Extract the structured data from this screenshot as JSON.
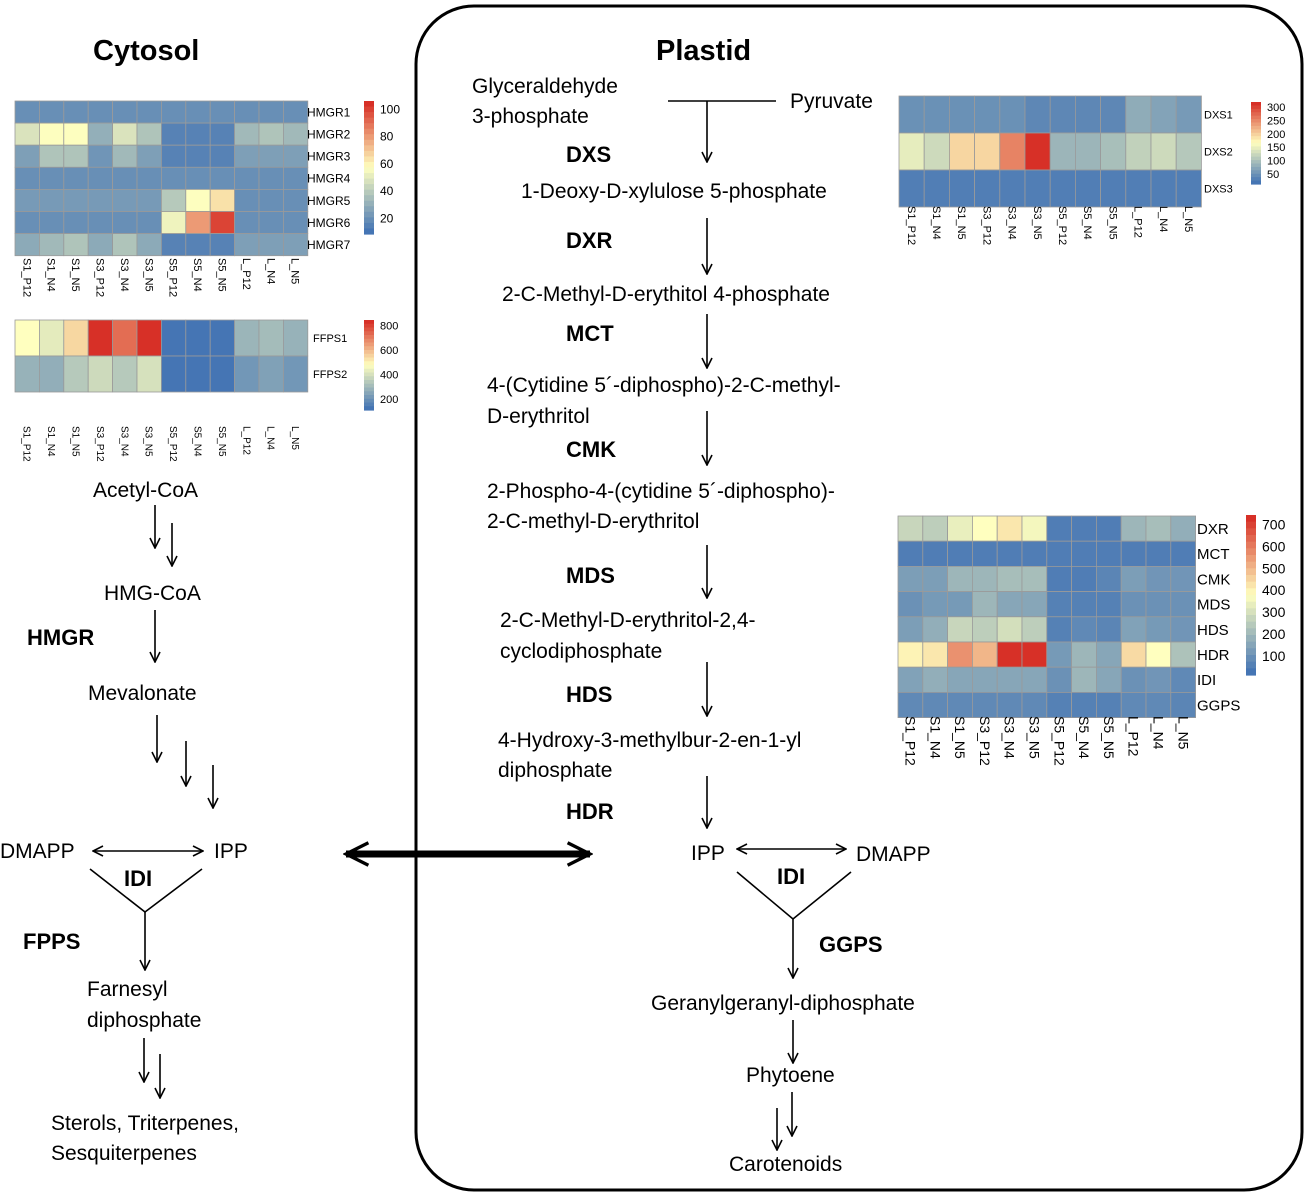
{
  "titles": {
    "cytosol": "Cytosol",
    "plastid": "Plastid"
  },
  "colors": {
    "low": "#4575b4",
    "mid": "#ffffbf",
    "high": "#d73027",
    "cell_border": "#9a9a9a",
    "frame": "#000000"
  },
  "cytosol": {
    "acetyl_coa": "Acetyl-CoA",
    "hmg_coa": "HMG-CoA",
    "hmgr": "HMGR",
    "mevalonate": "Mevalonate",
    "dmapp": "DMAPP",
    "ipp": "IPP",
    "idi": "IDI",
    "fpps": "FPPS",
    "farnesyl_1": "Farnesyl",
    "farnesyl_2": "diphosphate",
    "sterols_1": "Sterols, Triterpenes,",
    "sterols_2": "Sesquiterpenes"
  },
  "plastid": {
    "g3p_1": "Glyceraldehyde",
    "g3p_2": "3-phosphate",
    "pyruvate": "Pyruvate",
    "dxs": "DXS",
    "dxp": "1-Deoxy-D-xylulose 5-phosphate",
    "dxr": "DXR",
    "mep": "2-C-Methyl-D-erythitol 4-phosphate",
    "mct": "MCT",
    "cdpme_1": "4-(Cytidine 5´-diphospho)-2-C-methyl-",
    "cdpme_2": "D-erythritol",
    "cmk": "CMK",
    "cdpmep_1": "2-Phospho-4-(cytidine 5´-diphospho)-",
    "cdpmep_2": "2-C-methyl-D-erythritol",
    "mds": "MDS",
    "mecpp_1": "2-C-Methyl-D-erythritol-2,4-",
    "mecpp_2": "cyclodiphosphate",
    "hds": "HDS",
    "hmbpp_1": "4-Hydroxy-3-methylbur-2-en-1-yl",
    "hmbpp_2": "diphosphate",
    "hdr": "HDR",
    "ipp": "IPP",
    "dmapp": "DMAPP",
    "idi": "IDI",
    "ggps": "GGPS",
    "ggpp": "Geranylgeranyl-diphosphate",
    "phytoene": "Phytoene",
    "carotenoids": "Carotenoids"
  },
  "chart_data": [
    {
      "type": "heatmap",
      "name": "HMGR",
      "columns": [
        "S1_P12",
        "S1_N4",
        "S1_N5",
        "S3_P12",
        "S3_N4",
        "S3_N5",
        "S5_P12",
        "S5_N4",
        "S5_N5",
        "L_P12",
        "L_N4",
        "L_N5"
      ],
      "rows": [
        "HMGR1",
        "HMGR2",
        "HMGR3",
        "HMGR4",
        "HMGR5",
        "HMGR6",
        "HMGR7"
      ],
      "colorbar_ticks": [
        "100",
        "80",
        "60",
        "40",
        "20"
      ],
      "range": [
        0,
        105
      ],
      "values": [
        [
          10,
          10,
          10,
          10,
          10,
          10,
          10,
          10,
          10,
          10,
          10,
          10
        ],
        [
          42,
          52,
          52,
          22,
          42,
          30,
          5,
          5,
          5,
          26,
          30,
          26
        ],
        [
          16,
          30,
          30,
          12,
          26,
          16,
          5,
          5,
          5,
          16,
          16,
          16
        ],
        [
          10,
          10,
          10,
          10,
          10,
          10,
          10,
          10,
          10,
          10,
          10,
          10
        ],
        [
          14,
          14,
          14,
          14,
          14,
          14,
          32,
          52,
          60,
          10,
          10,
          10
        ],
        [
          10,
          10,
          10,
          10,
          10,
          10,
          48,
          78,
          100,
          10,
          10,
          10
        ],
        [
          20,
          26,
          30,
          20,
          30,
          20,
          5,
          5,
          5,
          16,
          16,
          16
        ]
      ]
    },
    {
      "type": "heatmap",
      "name": "FFPS",
      "columns": [
        "S1_P12",
        "S1_N4",
        "S1_N5",
        "S3_P12",
        "S3_N4",
        "S3_N5",
        "S5_P12",
        "S5_N4",
        "S5_N5",
        "L_P12",
        "L_N4",
        "L_N5"
      ],
      "rows": [
        "FFPS1",
        "FFPS2"
      ],
      "colorbar_ticks": [
        "800",
        "600",
        "400",
        "200"
      ],
      "range": [
        60,
        880
      ],
      "values": [
        [
          470,
          410,
          550,
          880,
          760,
          880,
          60,
          60,
          60,
          250,
          270,
          240
        ],
        [
          240,
          230,
          310,
          360,
          310,
          380,
          60,
          60,
          60,
          160,
          190,
          160
        ]
      ]
    },
    {
      "type": "heatmap",
      "name": "DXS",
      "columns": [
        "S1_P12",
        "S1_N4",
        "S1_N5",
        "S3_P12",
        "S3_N4",
        "S3_N5",
        "S5_P12",
        "S5_N4",
        "S5_N5",
        "L_P12",
        "L_N4",
        "L_N5"
      ],
      "rows": [
        "DXS1",
        "DXS2",
        "DXS3"
      ],
      "colorbar_ticks": [
        "300",
        "250",
        "200",
        "150",
        "100",
        "50"
      ],
      "range": [
        20,
        320
      ],
      "values": [
        [
          50,
          50,
          50,
          50,
          50,
          40,
          40,
          40,
          40,
          80,
          70,
          60
        ],
        [
          150,
          130,
          200,
          200,
          260,
          320,
          90,
          90,
          100,
          120,
          130,
          110
        ],
        [
          30,
          30,
          30,
          30,
          30,
          30,
          30,
          30,
          30,
          30,
          30,
          30
        ]
      ]
    },
    {
      "type": "heatmap",
      "name": "MEP",
      "columns": [
        "S1_P12",
        "S1_N4",
        "S1_N5",
        "S3_P12",
        "S3_N4",
        "S3_N5",
        "S5_P12",
        "S5_N4",
        "S5_N5",
        "L_P12",
        "L_N4",
        "L_N5"
      ],
      "rows": [
        "DXR",
        "MCT",
        "CMK",
        "MDS",
        "HDS",
        "HDR",
        "IDI",
        "GGPS"
      ],
      "colorbar_ticks": [
        "700",
        "600",
        "500",
        "400",
        "300",
        "200",
        "100"
      ],
      "range": [
        40,
        720
      ],
      "values": [
        [
          280,
          260,
          340,
          380,
          420,
          360,
          60,
          60,
          60,
          200,
          220,
          180
        ],
        [
          60,
          60,
          60,
          60,
          60,
          60,
          60,
          60,
          60,
          60,
          60,
          60
        ],
        [
          140,
          140,
          200,
          200,
          220,
          220,
          60,
          60,
          80,
          140,
          120,
          120
        ],
        [
          110,
          130,
          130,
          200,
          160,
          160,
          70,
          70,
          70,
          110,
          110,
          110
        ],
        [
          140,
          180,
          280,
          260,
          300,
          260,
          70,
          90,
          80,
          150,
          130,
          120
        ],
        [
          400,
          420,
          560,
          500,
          720,
          720,
          130,
          200,
          160,
          440,
          380,
          230
        ],
        [
          150,
          180,
          160,
          160,
          160,
          160,
          110,
          200,
          160,
          110,
          120,
          90
        ],
        [
          90,
          90,
          90,
          90,
          90,
          90,
          70,
          70,
          70,
          90,
          90,
          80
        ]
      ]
    }
  ]
}
